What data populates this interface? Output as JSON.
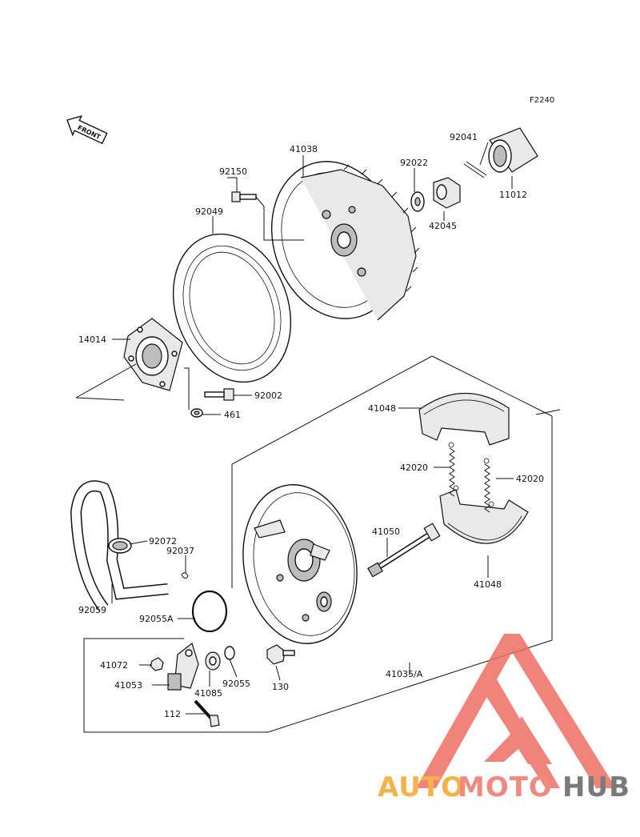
{
  "diagram": {
    "ref_code": "F2240",
    "front_label": "FRONT",
    "part_labels": {
      "p41038": "41038",
      "p92150": "92150",
      "p92049": "92049",
      "p92022": "92022",
      "p92041": "92041",
      "p42045": "42045",
      "p11012": "11012",
      "p14014": "14014",
      "p92002": "92002",
      "p461": "461",
      "p41048_top": "41048",
      "p42020_left": "42020",
      "p42020_right": "42020",
      "p41050": "41050",
      "p41048_bottom": "41048",
      "p92072": "92072",
      "p92037": "92037",
      "p92059": "92059",
      "p92055A": "92055A",
      "p41072": "41072",
      "p41053": "41053",
      "p41085": "41085",
      "p92055": "92055",
      "p130": "130",
      "p41035A": "41035/A",
      "p112": "112"
    }
  },
  "watermark": {
    "brand_auto": "AUTO",
    "brand_moto": "MOTO",
    "brand_hub": "HUB",
    "colors": {
      "orange": "#f6b24a",
      "red": "#f08a80",
      "gray": "#7a7a7a",
      "triangle": "#ef6f63"
    }
  }
}
